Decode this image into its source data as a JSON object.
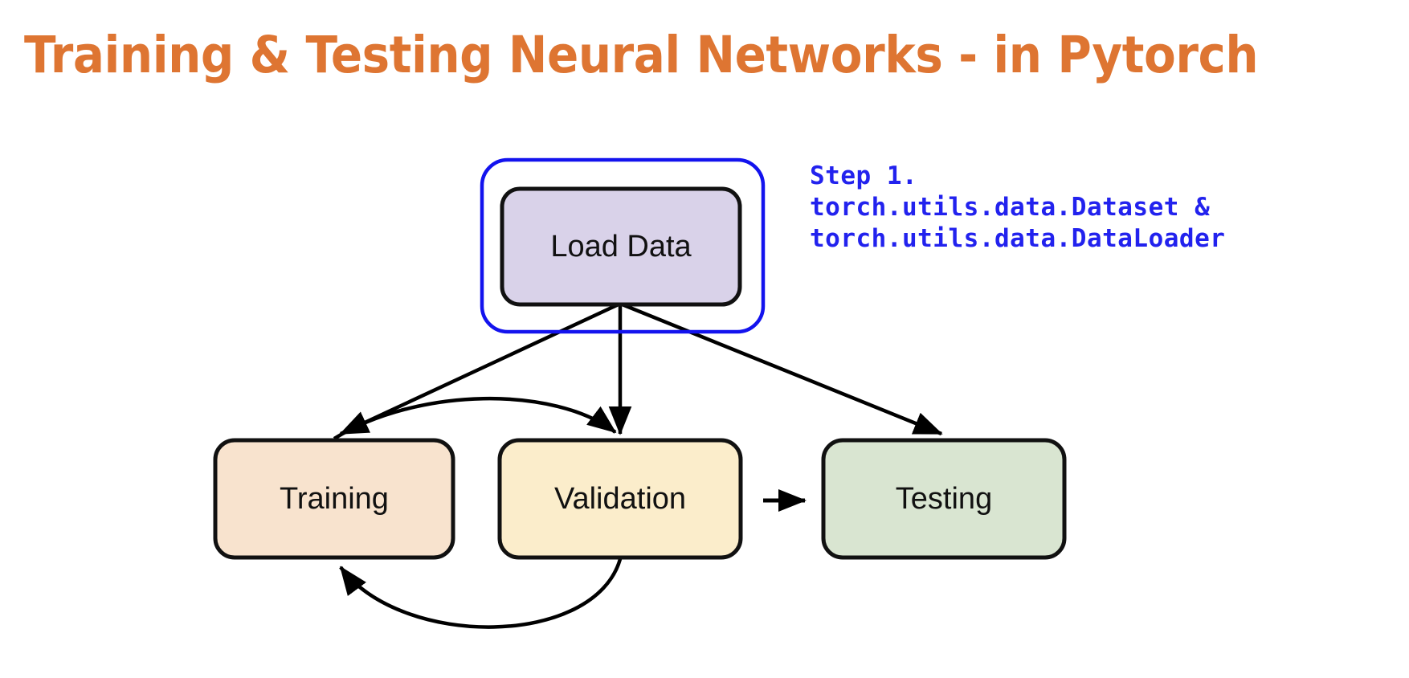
{
  "slide": {
    "title": "Training & Testing Neural Networks - in Pytorch",
    "title_color": "#DE7532",
    "background_color": "#FFFFFF"
  },
  "diagram": {
    "type": "flowchart",
    "nodes": [
      {
        "id": "load-data",
        "label": "Load Data",
        "fill_color": "#D9D2E9",
        "stroke_color": "#000000",
        "highlight_outline_color": "#2222EE"
      },
      {
        "id": "training",
        "label": "Training",
        "fill_color": "#F8E3CE",
        "stroke_color": "#000000"
      },
      {
        "id": "validation",
        "label": "Validation",
        "fill_color": "#FBEDCB",
        "stroke_color": "#000000"
      },
      {
        "id": "testing",
        "label": "Testing",
        "fill_color": "#D9E5D1",
        "stroke_color": "#000000"
      }
    ],
    "edges": [
      {
        "from": "load-data",
        "to": "training",
        "style": "straight-arrow"
      },
      {
        "from": "load-data",
        "to": "validation",
        "style": "straight-arrow"
      },
      {
        "from": "load-data",
        "to": "testing",
        "style": "straight-arrow"
      },
      {
        "from": "training",
        "to": "validation",
        "style": "curved-arrow-above"
      },
      {
        "from": "validation",
        "to": "training",
        "style": "curved-arrow-below"
      },
      {
        "from": "validation",
        "to": "testing",
        "style": "short-arrow"
      }
    ]
  },
  "annotation": {
    "color": "#2222EE",
    "lines": [
      "Step 1.",
      "torch.utils.data.Dataset &",
      "torch.utils.data.DataLoader"
    ],
    "line1": "Step 1.",
    "line2": "torch.utils.data.Dataset &",
    "line3": "torch.utils.data.DataLoader"
  }
}
